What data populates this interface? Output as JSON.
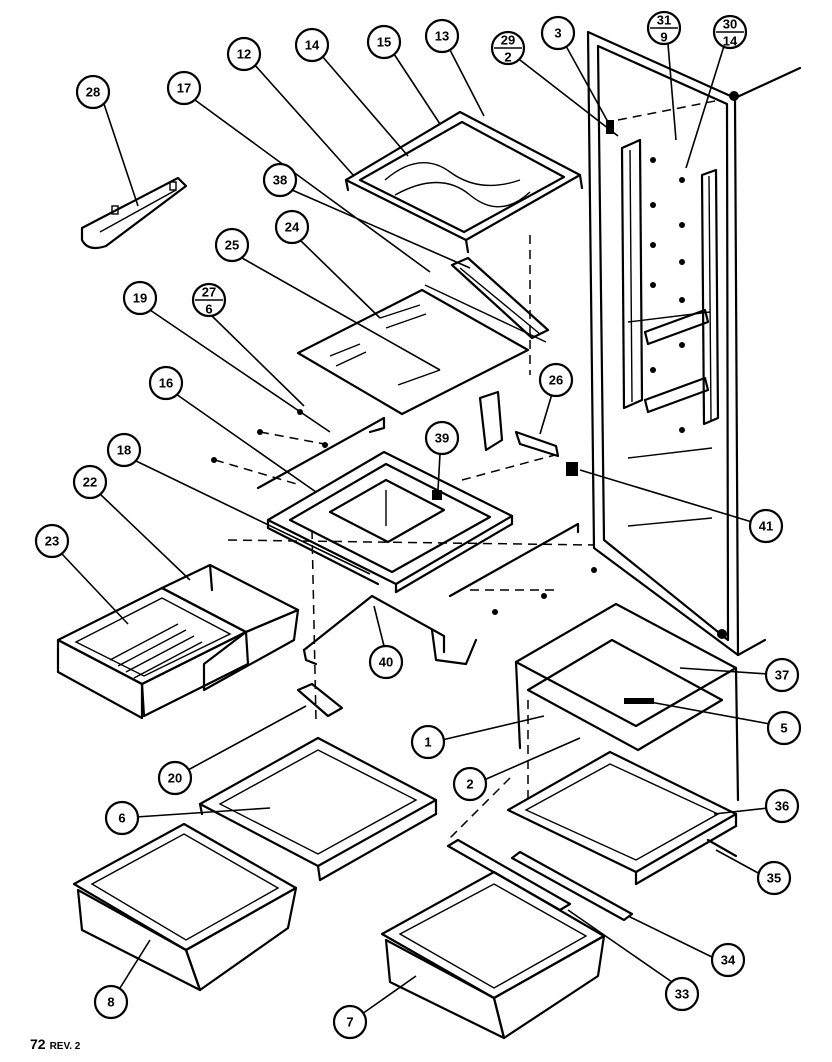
{
  "footer": {
    "page": "72",
    "rev": "REV. 2"
  },
  "callouts": {
    "c28": "28",
    "c17": "17",
    "c12": "12",
    "c14": "14",
    "c15": "15",
    "c13": "13",
    "c29a": "29",
    "c29b": "2",
    "c3": "3",
    "c31a": "31",
    "c31b": "9",
    "c30a": "30",
    "c30b": "14",
    "c38": "38",
    "c25": "25",
    "c24": "24",
    "c27a": "27",
    "c27b": "6",
    "c19": "19",
    "c16": "16",
    "c26": "26",
    "c39": "39",
    "c18": "18",
    "c22": "22",
    "c23": "23",
    "c41": "41",
    "c40": "40",
    "c37": "37",
    "c5": "5",
    "c1": "1",
    "c2": "2",
    "c20": "20",
    "c36": "36",
    "c6": "6",
    "c35": "35",
    "c34": "34",
    "c33": "33",
    "c8": "8",
    "c7": "7"
  }
}
